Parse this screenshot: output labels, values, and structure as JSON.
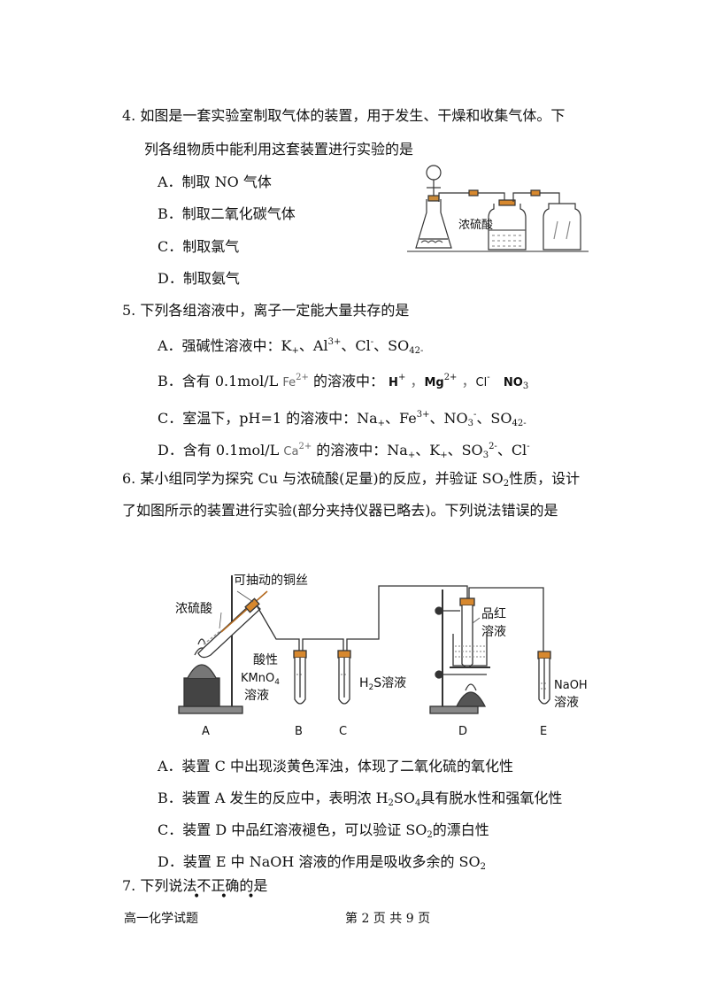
{
  "q4": {
    "num": "4.",
    "line1": "如图是一套实验室制取气体的装置，用于发生、干燥和收集气体。下",
    "line2": "列各组物质中能利用这套装置进行实验的是",
    "optA": "A．制取 NO 气体",
    "optB": "B．制取二氧化碳气体",
    "optC": "C．制取氯气",
    "optD": "D．制取氨气",
    "fig_label": "浓硫酸"
  },
  "q5": {
    "num": "5.",
    "stem": "下列各组溶液中，离子一定能大量共存的是",
    "A": {
      "pre": "A．强碱性溶液中：K",
      "k_ch": "+",
      "sep1": "、Al",
      "al_ch": "3+",
      "sep2": "、Cl",
      "cl_ch": "-",
      "sep3": "、SO",
      "so_sub": "4",
      "so_ch": "2-"
    },
    "B": {
      "pre": "B．含有 0.1mol/L",
      "fe": "Fe",
      "fe_ch": "2+",
      "mid": "的溶液中：",
      "h": "H",
      "h_ch": "+",
      "mg": "Mg",
      "mg_ch": "2+",
      "cl": "Cl",
      "cl_ch": "-",
      "no": "NO",
      "no_sub": "3"
    },
    "C": {
      "pre": "C．室温下，pH=1 的溶液中：Na",
      "na_ch": "+",
      "sep1": "、Fe",
      "fe_ch": "3+",
      "sep2": "、NO",
      "no_sub": "3",
      "no_ch": "-",
      "sep3": "、SO",
      "so_sub": "4",
      "so_ch": "2-"
    },
    "D": {
      "pre": "D．含有 0.1mol/L",
      "ca": "Ca",
      "ca_ch": "2+",
      "mid": "的溶液中：Na",
      "na_ch": "+",
      "sep1": "、K",
      "k_ch": "+",
      "sep2": "、SO",
      "so_sub": "3",
      "so_ch": "2-",
      "sep3": "、Cl",
      "cl_ch": "-"
    }
  },
  "q6": {
    "num": "6.",
    "line1_a": "某小组同学为探究 Cu 与浓硫酸(足量)的反应，并验证 SO",
    "line1_sub": "2",
    "line1_b": "性质，设计",
    "line2": "了如图所示的装置进行实验(部分夹持仪器已略去)。下列说法错误的是",
    "fig": {
      "copper_wire": "可抽动的铜丝",
      "conc_acid": "浓硫酸",
      "acid_kmno4_1": "酸性",
      "acid_kmno4_2": "KMnO",
      "acid_kmno4_sub": "4",
      "acid_kmno4_3": "溶液",
      "h2s_a": "H",
      "h2s_sub": "2",
      "h2s_b": "S溶液",
      "pinhong_1": "品红",
      "pinhong_2": "溶液",
      "naoh_1": "NaOH",
      "naoh_2": "溶液",
      "labels": [
        "A",
        "B",
        "C",
        "D",
        "E"
      ]
    },
    "optA": "A．装置 C 中出现淡黄色浑浊，体现了二氧化硫的氧化性",
    "optB_a": "B．装置 A 发生的反应中，表明浓 H",
    "optB_sub": "2",
    "optB_b": "SO",
    "optB_sub2": "4",
    "optB_c": "具有脱水性和强氧化性",
    "optC_a": "C．装置 D 中品红溶液褪色，可以验证 SO",
    "optC_sub": "2",
    "optC_b": "的漂白性",
    "optD_a": "D．装置 E 中 NaOH 溶液的作用是吸收多余的 SO",
    "optD_sub": "2"
  },
  "q7": {
    "num": "7.",
    "stem": "下列说法不正确的是",
    "emphasis_dots": "• • •"
  },
  "footer": {
    "left": "高一化学试题",
    "center": "第 2 页 共 9 页"
  }
}
